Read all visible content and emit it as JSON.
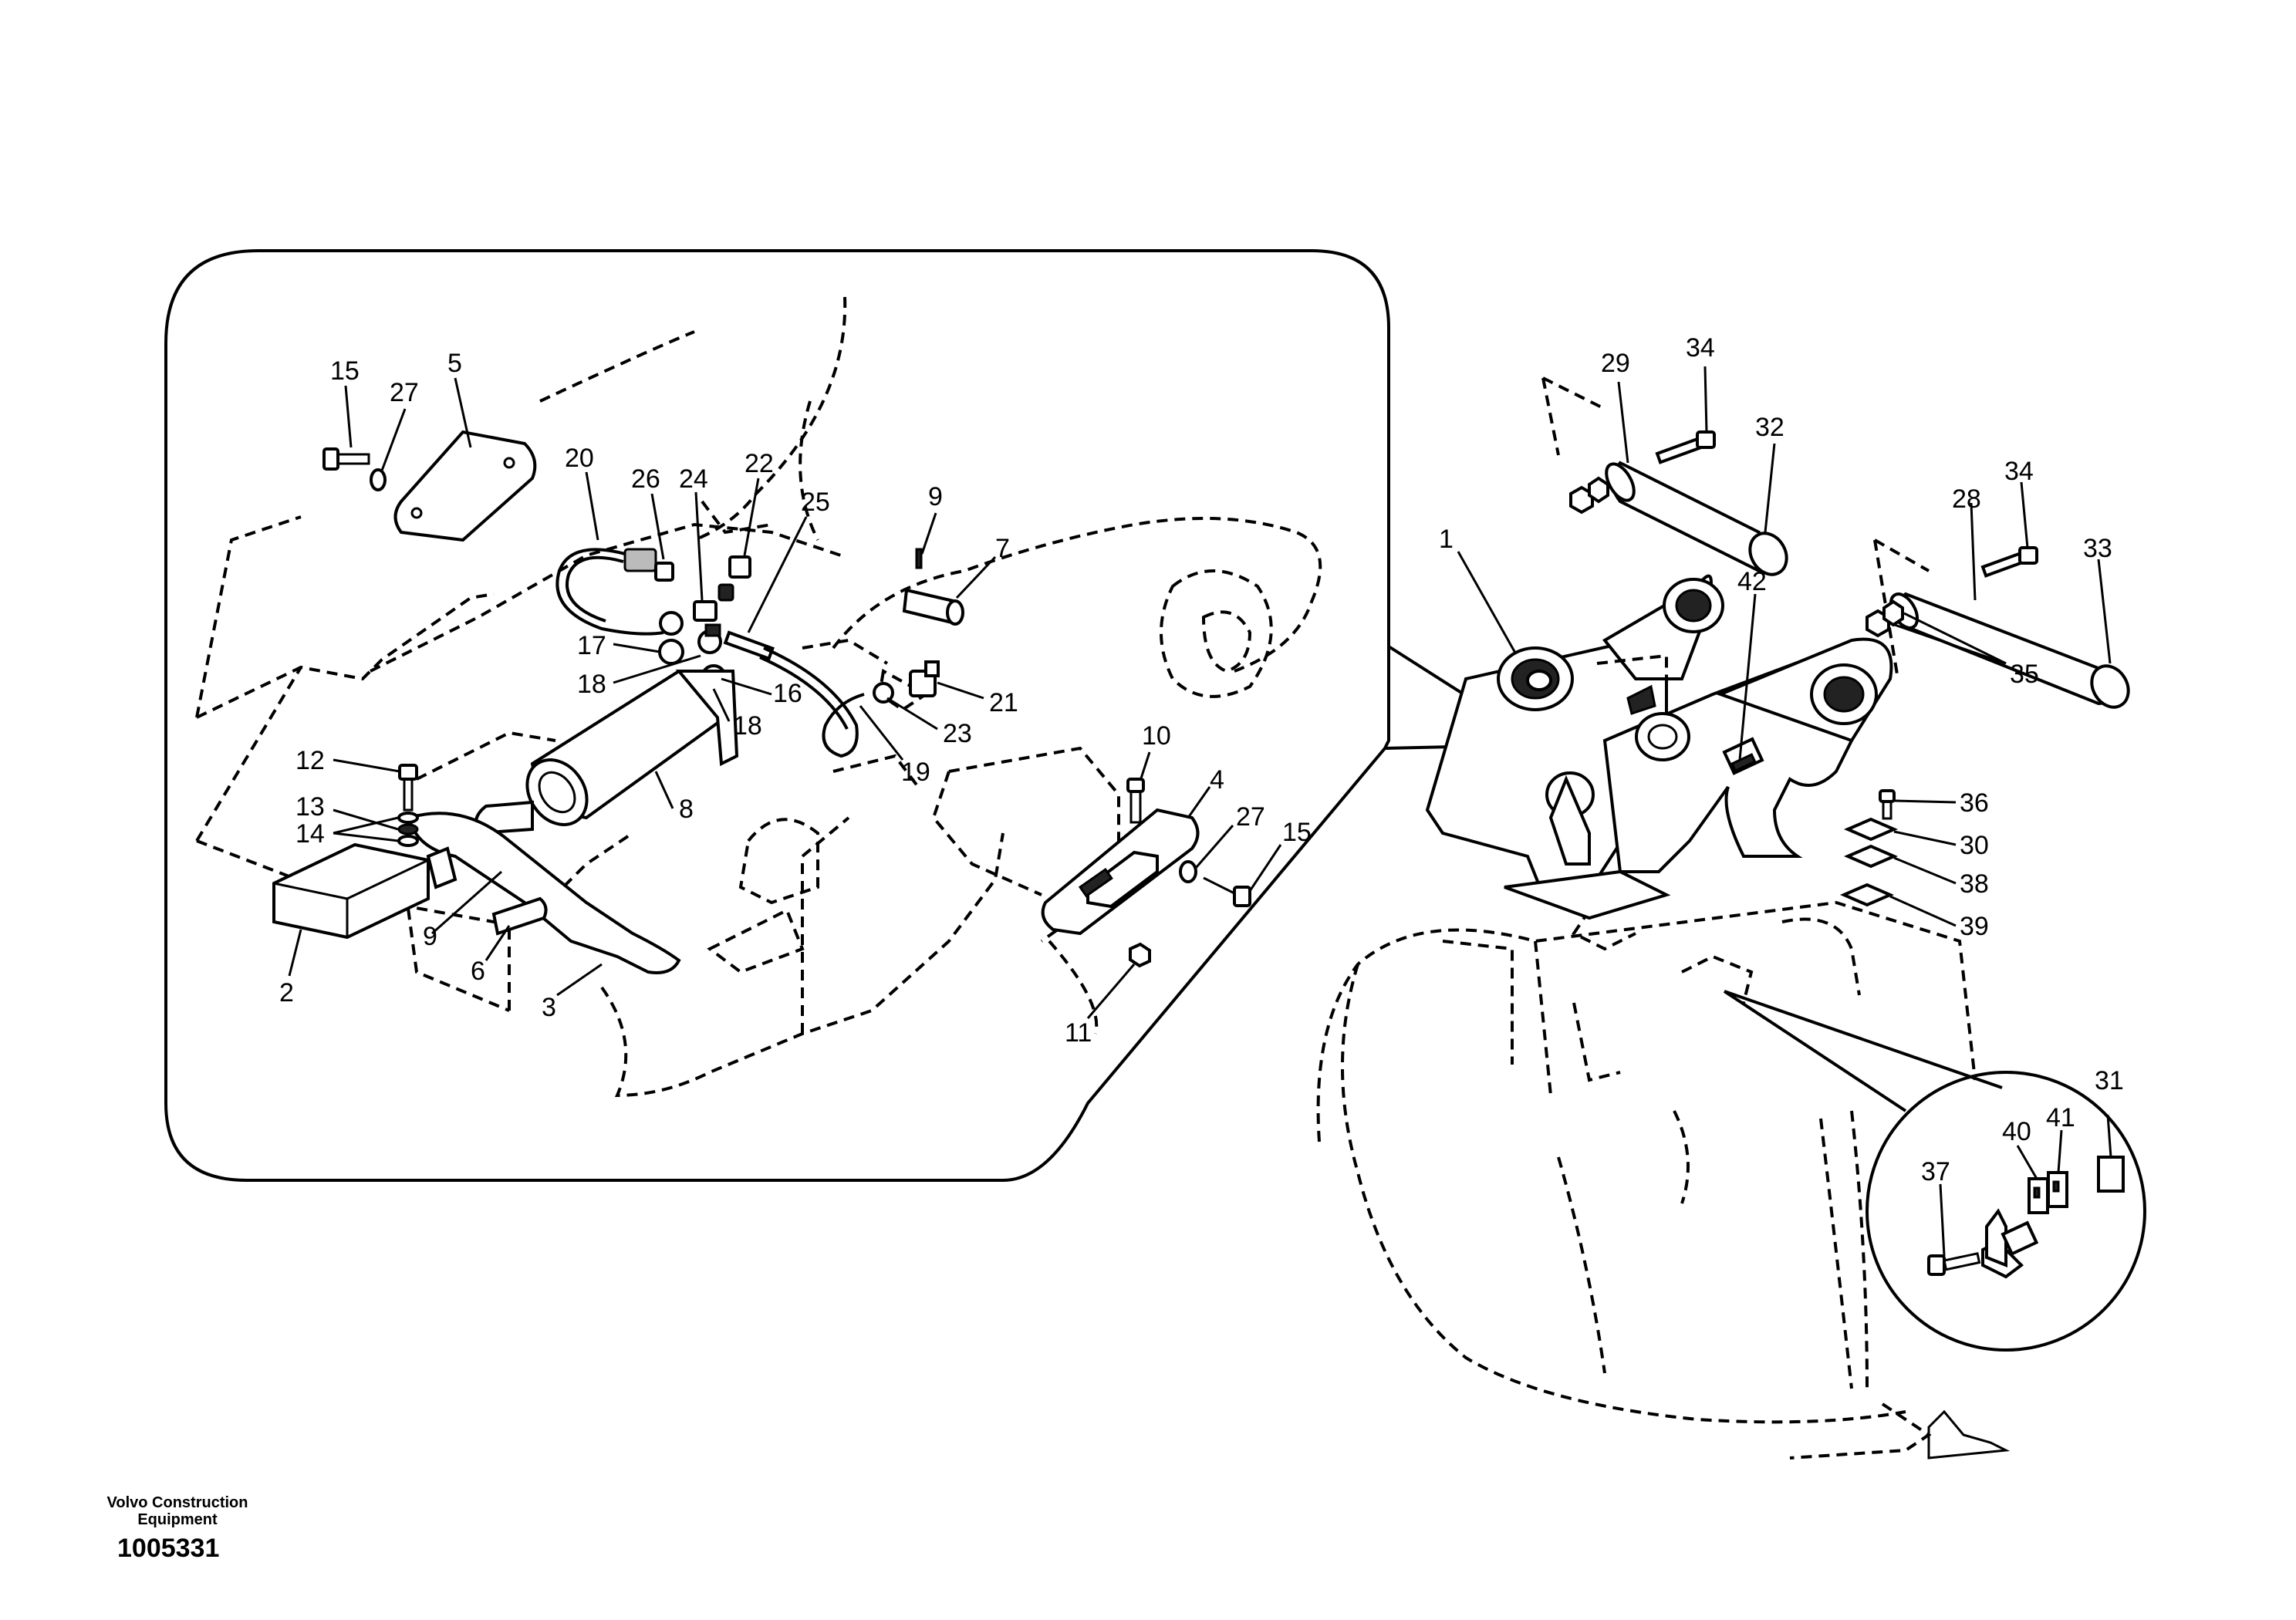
{
  "diagram": {
    "footer": {
      "publisher_line1": "Volvo Construction",
      "publisher_line2": "Equipment",
      "document_number": "1005331"
    },
    "callouts": [
      "1",
      "2",
      "3",
      "4",
      "5",
      "6",
      "7",
      "8",
      "9",
      "10",
      "11",
      "12",
      "13",
      "14",
      "15",
      "16",
      "17",
      "18",
      "19",
      "20",
      "21",
      "22",
      "23",
      "24",
      "25",
      "26",
      "27",
      "28",
      "29",
      "30",
      "31",
      "32",
      "33",
      "34",
      "35",
      "36",
      "37",
      "38",
      "39",
      "40",
      "41",
      "42"
    ]
  }
}
